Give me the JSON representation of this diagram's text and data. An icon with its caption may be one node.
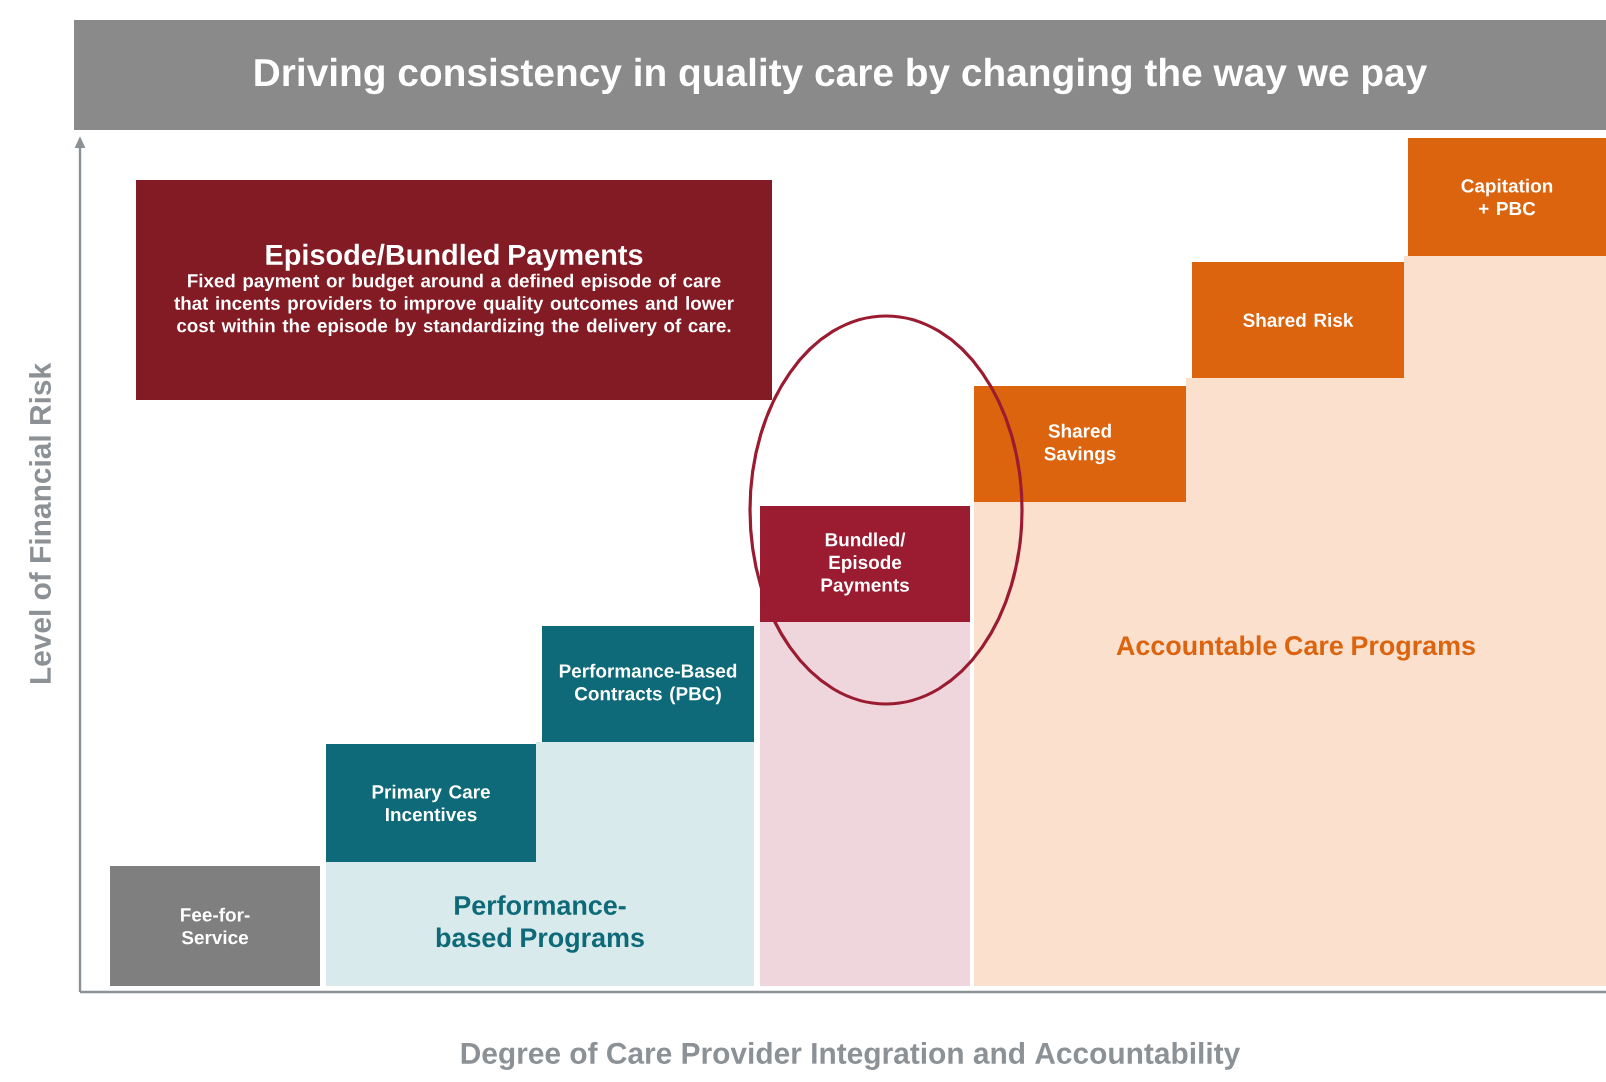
{
  "diagram": {
    "title": "Driving consistency in quality care by changing the way we pay",
    "nodes": [
      {
        "text": [
          "Episode/Bundled Payments",
          "Fixed payment or budget around a defined episode of care that incents providers to improve quality outcomes and lower cost within the episode by standardizing the delivery of care."
        ]
      },
      {
        "text": [
          "Fee-for-Service"
        ]
      },
      {
        "text": [
          "Primary Care Incentives"
        ]
      },
      {
        "text": [
          "Performance-Based Contracts (PBC)"
        ]
      },
      {
        "text": [
          "Bundled/ Episode Payments"
        ]
      },
      {
        "text": [
          "Shared Savings"
        ]
      },
      {
        "text": [
          "Shared Risk"
        ]
      },
      {
        "text": [
          "Capitation + PBC"
        ]
      },
      {
        "text": [
          "Performance-based Programs"
        ]
      },
      {
        "text": [
          "Accountable Care Programs"
        ]
      },
      {
        "text": [],
        "shape": "box"
      }
    ],
    "labels": [
      "Level of Financial Risk",
      "Degree of Care Provider Integration and Accountability"
    ]
  }
}
